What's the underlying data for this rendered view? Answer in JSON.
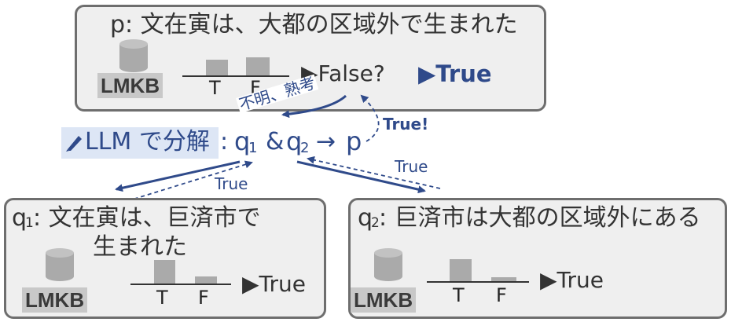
{
  "top_box": {
    "statement": "p: 文在寅は、大都の区域外で生まれた",
    "db_label": "LMKB",
    "bar_labels": [
      "T",
      "F"
    ],
    "bar_values": [
      0.5,
      0.5
    ],
    "prediction": "▶False?",
    "corrected": "▶True"
  },
  "middle": {
    "icon": "pencil-icon",
    "method": "LLM で分解",
    "formula_parts": [
      ":",
      "q",
      "1",
      "&",
      "q",
      "2",
      "→",
      "p"
    ],
    "reconsider_label": "不明、熟考",
    "feedback_label": "True!"
  },
  "arrows": {
    "q1_return_label": "True",
    "q2_return_label": "True"
  },
  "q1_box": {
    "statement_prefix": "q",
    "statement_sub": "1",
    "statement_line1": ": 文在寅は、巨済市で",
    "statement_line2": "生まれた",
    "db_label": "LMKB",
    "bar_labels": [
      "T",
      "F"
    ],
    "bar_values": [
      0.75,
      0.2
    ],
    "prediction": "▶True"
  },
  "q2_box": {
    "statement_prefix": "q",
    "statement_sub": "2",
    "statement_line1": ": 巨済市は大都の区域外にある",
    "db_label": "LMKB",
    "bar_labels": [
      "T",
      "F"
    ],
    "bar_values": [
      0.75,
      0.15
    ],
    "prediction": "▶True"
  },
  "colors": {
    "accent_blue": "#2f4a8a",
    "box_fill": "#efefef",
    "box_border": "#6e6e6e",
    "highlight": "#dde6f5"
  }
}
